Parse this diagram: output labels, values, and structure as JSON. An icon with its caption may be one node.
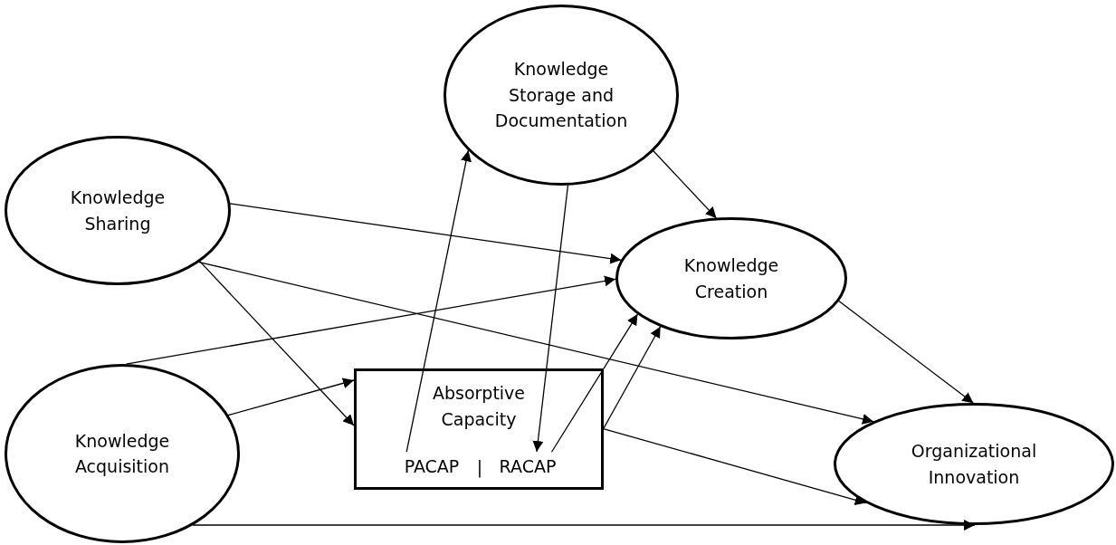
{
  "diagram": {
    "nodes": [
      {
        "text": [
          "Knowledge Storage and Documentation"
        ]
      },
      {
        "text": [
          "Knowledge Sharing"
        ]
      },
      {
        "text": [
          "Knowledge Creation"
        ]
      },
      {
        "text": [
          "Absorptive Capacity"
        ]
      },
      {
        "text": [
          "PACAP"
        ],
        "in": 3
      },
      {
        "text": [
          "RACAP"
        ],
        "in": 3
      },
      {
        "text": [
          "Knowledge Acquisition"
        ]
      },
      {
        "text": [
          "Organizational Innovation"
        ]
      }
    ],
    "edges": [
      {
        "from": 1,
        "to": 2,
        "arrow": "to"
      },
      {
        "from": 1,
        "to": 3,
        "arrow": "to"
      },
      {
        "from": 1,
        "to": 7,
        "arrow": "to"
      },
      {
        "from": 0,
        "to": 2,
        "arrow": "to"
      },
      {
        "from": 0,
        "to": 5,
        "arrow": "to"
      },
      {
        "from": 4,
        "to": 0,
        "arrow": "to"
      },
      {
        "from": 6,
        "to": 2,
        "arrow": "to"
      },
      {
        "from": 6,
        "to": 3,
        "arrow": "to"
      },
      {
        "from": 6,
        "to": 7,
        "arrow": "to"
      },
      {
        "from": 5,
        "to": 2,
        "arrow": "to"
      },
      {
        "from": 3,
        "to": 2,
        "arrow": "to"
      },
      {
        "from": 3,
        "to": 7,
        "arrow": "to"
      },
      {
        "from": 2,
        "to": 7,
        "arrow": "to"
      }
    ],
    "labels": [
      "|"
    ]
  }
}
